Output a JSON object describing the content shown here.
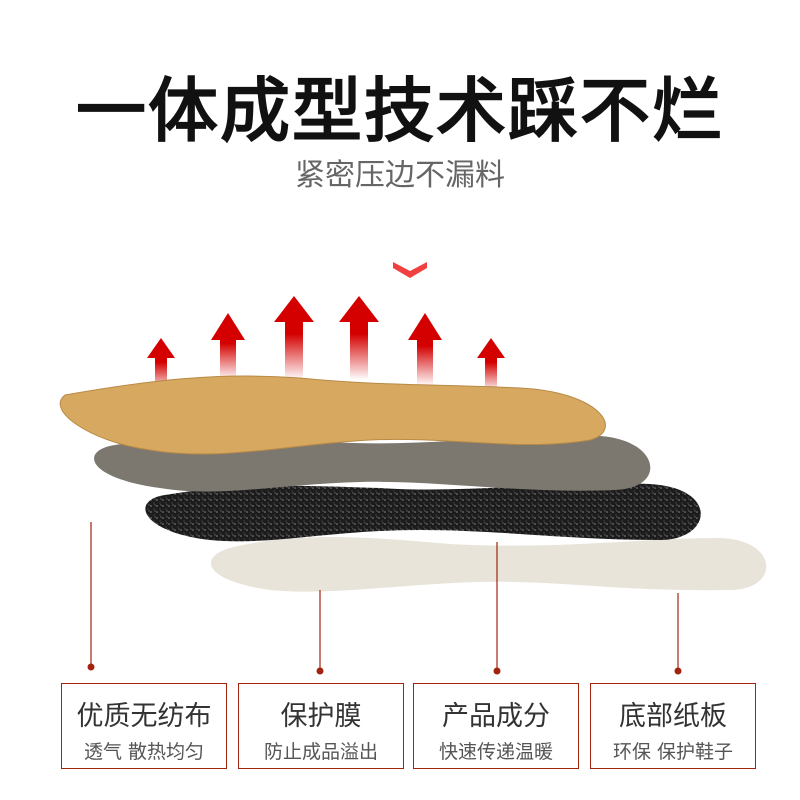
{
  "title": "一体成型技术踩不烂",
  "subtitle": "紧密压边不漏料",
  "colors": {
    "accent": "#a2240f",
    "arrow": "#d40000",
    "chevron": "#f04040"
  },
  "layers": [
    {
      "name": "优质无纺布",
      "desc": "透气 散热均匀"
    },
    {
      "name": "保护膜",
      "desc": "防止成品溢出"
    },
    {
      "name": "产品成分",
      "desc": "快速传递温暖"
    },
    {
      "name": "底部纸板",
      "desc": "环保 保护鞋子"
    }
  ]
}
